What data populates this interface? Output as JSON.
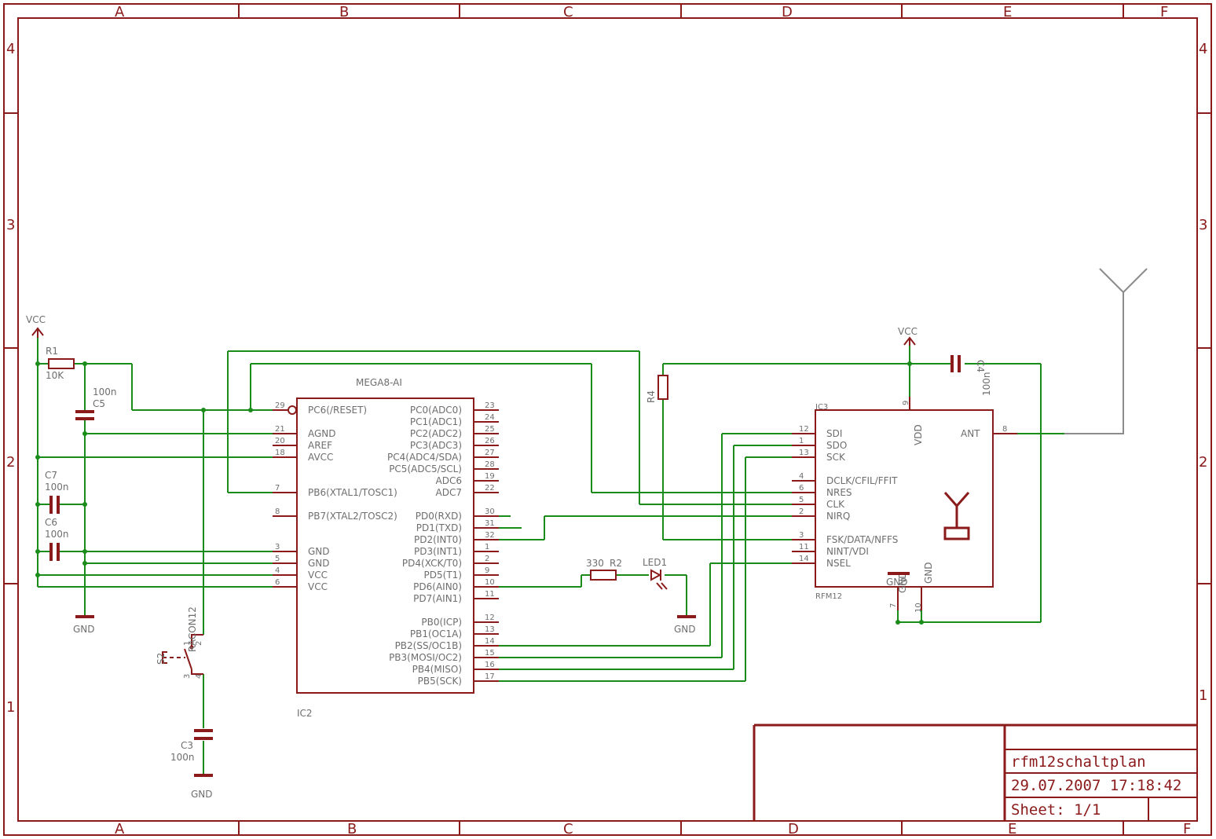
{
  "frame": {
    "col_labels": [
      "A",
      "B",
      "C",
      "D",
      "E",
      "F"
    ],
    "row_labels": [
      "4",
      "3",
      "2",
      "1"
    ]
  },
  "title_block": {
    "name": "rfm12schaltplan",
    "date": "29.07.2007 17:18:42",
    "sheet": "Sheet: 1/1"
  },
  "ic2": {
    "type": "MEGA8-AI",
    "ref": "IC2",
    "left_pins": [
      {
        "num": "29",
        "name": "PC6(/RESET)"
      },
      {
        "num": "21",
        "name": "AGND"
      },
      {
        "num": "20",
        "name": "AREF"
      },
      {
        "num": "18",
        "name": "AVCC"
      },
      {
        "num": "7",
        "name": "PB6(XTAL1/TOSC1)"
      },
      {
        "num": "8",
        "name": "PB7(XTAL2/TOSC2)"
      },
      {
        "num": "3",
        "name": "GND"
      },
      {
        "num": "5",
        "name": "GND"
      },
      {
        "num": "4",
        "name": "VCC"
      },
      {
        "num": "6",
        "name": "VCC"
      }
    ],
    "right_pins": [
      {
        "num": "23",
        "name": "PC0(ADC0)"
      },
      {
        "num": "24",
        "name": "PC1(ADC1)"
      },
      {
        "num": "25",
        "name": "PC2(ADC2)"
      },
      {
        "num": "26",
        "name": "PC3(ADC3)"
      },
      {
        "num": "27",
        "name": "PC4(ADC4/SDA)"
      },
      {
        "num": "28",
        "name": "PC5(ADC5/SCL)"
      },
      {
        "num": "19",
        "name": "ADC6"
      },
      {
        "num": "22",
        "name": "ADC7"
      },
      {
        "num": "30",
        "name": "PD0(RXD)"
      },
      {
        "num": "31",
        "name": "PD1(TXD)"
      },
      {
        "num": "32",
        "name": "PD2(INT0)"
      },
      {
        "num": "1",
        "name": "PD3(INT1)"
      },
      {
        "num": "2",
        "name": "PD4(XCK/T0)"
      },
      {
        "num": "9",
        "name": "PD5(T1)"
      },
      {
        "num": "10",
        "name": "PD6(AIN0)"
      },
      {
        "num": "11",
        "name": "PD7(AIN1)"
      },
      {
        "num": "12",
        "name": "PB0(ICP)"
      },
      {
        "num": "13",
        "name": "PB1(OC1A)"
      },
      {
        "num": "14",
        "name": "PB2(SS/OC1B)"
      },
      {
        "num": "15",
        "name": "PB3(MOSI/OC2)"
      },
      {
        "num": "16",
        "name": "PB4(MISO)"
      },
      {
        "num": "17",
        "name": "PB5(SCK)"
      }
    ]
  },
  "ic3": {
    "ref": "IC3",
    "type": "RFM12",
    "left_pins": [
      {
        "num": "12",
        "name": "SDI"
      },
      {
        "num": "1",
        "name": "SDO"
      },
      {
        "num": "13",
        "name": "SCK"
      },
      {
        "num": "4",
        "name": "DCLK/CFIL/FFIT"
      },
      {
        "num": "6",
        "name": "NRES"
      },
      {
        "num": "5",
        "name": "CLK"
      },
      {
        "num": "2",
        "name": "NIRQ"
      },
      {
        "num": "3",
        "name": "FSK/DATA/NFFS"
      },
      {
        "num": "11",
        "name": "NINT/VDI"
      },
      {
        "num": "14",
        "name": "NSEL"
      }
    ],
    "vdd_label": "VDD",
    "vdd_pin": "9",
    "ant_label": "ANT",
    "ant_pin": "8",
    "gnd_label_1": "GND",
    "gnd_pin_1": "7",
    "gnd_label_2": "GND",
    "gnd_pin_2": "10"
  },
  "components": {
    "r1": {
      "ref": "R1",
      "value": "10K"
    },
    "r2": {
      "ref": "R2",
      "value": "330"
    },
    "r4": {
      "ref": "R4"
    },
    "c3": {
      "ref": "C3",
      "value": "100n"
    },
    "c4": {
      "ref": "C4",
      "value": "100n"
    },
    "c5": {
      "ref": "C5",
      "value": "100n"
    },
    "c6": {
      "ref": "C6",
      "value": "100n"
    },
    "c7": {
      "ref": "C7",
      "value": "100n"
    },
    "led1": {
      "ref": "LED1"
    },
    "s2": {
      "ref": "S2",
      "type": "RACON12",
      "pins": [
        "1",
        "2",
        "3",
        "4"
      ]
    }
  },
  "power": {
    "vcc_left": "VCC",
    "vcc_right": "VCC",
    "gnd_caps": "GND",
    "gnd_led": "GND",
    "gnd_c3": "GND",
    "gnd_overlap": "GND"
  },
  "colors": {
    "frame": "#8b1a1a",
    "wire": "#1a8c1a",
    "text": "#6e6e6e",
    "antenna": "#8c8c8c"
  }
}
